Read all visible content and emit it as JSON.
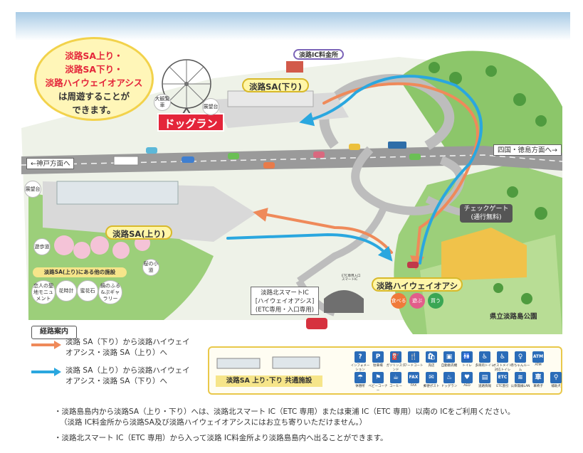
{
  "callout": {
    "line1": "淡路SA上り・",
    "line2": "淡路SA下り・",
    "line3": "淡路ハイウェイオアシス",
    "line4": "は周遊することが",
    "line5": "できます。"
  },
  "dogrun_label": "ドッグラン",
  "labels": {
    "toll": "淡路IC料金所",
    "sa_down": "淡路SA(下り)",
    "sa_up": "淡路SA(上り)",
    "kobe": "←神戸方面へ",
    "shikoku": "四国・徳島方面へ→",
    "check_gate": "チェックゲート",
    "check_gate_sub": "(通行無料)",
    "oasis": "淡路ハイウェイオアシス",
    "smart_ic_1": "淡路北スマートIC",
    "smart_ic_2": "[ハイウェイオアシス]",
    "smart_ic_3": "(ETC専用・入口専用)",
    "park": "県立淡路島公園",
    "sa_up_facilities": "淡路SA(上り)にある他の施設",
    "ferris": "大観覧車",
    "observatory": "展望台",
    "observatory_b": "展望台",
    "promenade": "遊歩道",
    "sakura": "桜の小道",
    "monument": "恋人の聖地モニュメント",
    "clock": "花時計",
    "flower_garden": "蜜花石",
    "gallery": "鍋のふる&ぷギャラリー",
    "eat": "食べる",
    "play": "遊ぶ",
    "buy": "買う",
    "small_ic_sign": "ETC専用入口スマートIC"
  },
  "legend": {
    "title": "経路案内",
    "route1_line1": "淡路 SA（下り）から淡路ハイウェイ",
    "route1_line2": "オアシス・淡路 SA（上り）へ",
    "route2_line1": "淡路 SA（上り）から淡路ハイウェイ",
    "route2_line2": "オアシス・淡路 SA（下り）へ",
    "route1_color": "#ef8a5a",
    "route2_color": "#2aa7df"
  },
  "facilities": {
    "label": "淡路SA 上り･下り 共通施設",
    "icons_row1": [
      {
        "glyph": "?",
        "name": "info-icon",
        "caption": "インフォメーション"
      },
      {
        "glyph": "P",
        "name": "parking-icon",
        "caption": "駐車場"
      },
      {
        "glyph": "⛽",
        "name": "gas-station-icon",
        "caption": "ガソリンスタンド"
      },
      {
        "glyph": "🍴",
        "name": "food-court-icon",
        "caption": "フードコート"
      },
      {
        "glyph": "🛍",
        "name": "shop-icon",
        "caption": "売店"
      },
      {
        "glyph": "▣",
        "name": "vending-icon",
        "caption": "自動販売機"
      },
      {
        "glyph": "🚻",
        "name": "toilet-icon",
        "caption": "トイレ"
      },
      {
        "glyph": "♿",
        "name": "accessible-toilet-icon",
        "caption": "多目的トイレ"
      },
      {
        "glyph": "♿",
        "name": "ostomate-icon",
        "caption": "オストメイト対応トイレ"
      },
      {
        "glyph": "♀",
        "name": "baby-room-icon",
        "caption": "赤ちゃんルーム"
      },
      {
        "glyph": "ATM",
        "name": "atm-icon",
        "caption": "ATM"
      }
    ],
    "icons_row2": [
      {
        "glyph": "☂",
        "name": "rest-area-icon",
        "caption": "休憩所"
      },
      {
        "glyph": "⚑",
        "name": "park-icon",
        "caption": "ベビーコーナー"
      },
      {
        "glyph": "☕",
        "name": "coffee-icon",
        "caption": "コーヒー"
      },
      {
        "glyph": "FAX",
        "name": "fax-icon",
        "caption": "FAX"
      },
      {
        "glyph": "✉",
        "name": "mailbox-icon",
        "caption": "郵便ポスト"
      },
      {
        "glyph": "♨",
        "name": "shower-icon",
        "caption": "ドッグラン"
      },
      {
        "glyph": "♥",
        "name": "aed-icon",
        "caption": "AED"
      },
      {
        "glyph": "▤",
        "name": "highway-info-icon",
        "caption": "道路情報"
      },
      {
        "glyph": "ETC",
        "name": "etc-icon",
        "caption": "ETC割引"
      },
      {
        "glyph": "≋",
        "name": "wifi-icon",
        "caption": "公衆無線LAN"
      },
      {
        "glyph": "車",
        "name": "wheelchair-lend-icon",
        "caption": "車椅子"
      },
      {
        "glyph": "⚲",
        "name": "assistance-icon",
        "caption": "補助犬"
      }
    ]
  },
  "notes": {
    "line1": "・淡路島島内から淡路SA（上り・下り）へは、淡路北スマート IC（ETC 専用）または東浦 IC（ETC 専用）以南の ICをご利用ください。",
    "line2": "（淡路 IC料金所から淡路SA及び淡路ハイウェイオアシスにはお立ち寄りいただけません。）",
    "line3": "・淡路北スマート IC（ETC 専用）から入って淡路 IC料金所より淡路島島内へ出ることができます。"
  }
}
